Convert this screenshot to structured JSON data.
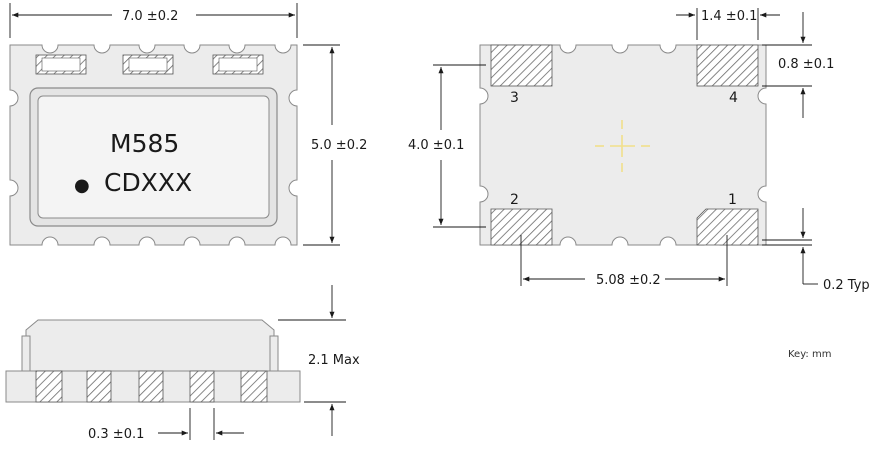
{
  "top_view": {
    "width_dim": "7.0 ±0.2",
    "height_dim": "5.0 ±0.2",
    "marking_line1": "M585",
    "marking_line2": "CDXXX",
    "pin1_dot": "●"
  },
  "pad_view": {
    "pad_width_dim": "1.4 ±0.1",
    "pad_height_dim": "0.8 ±0.1",
    "pad_pitch_vertical_dim": "4.0 ±0.1",
    "pad_pitch_horizontal_dim": "5.08 ±0.2",
    "pad_standoff_dim": "0.2 Typ",
    "pin_labels": {
      "p1": "1",
      "p2": "2",
      "p3": "3",
      "p4": "4"
    },
    "center_mark_color": "#f2e08a"
  },
  "side_view": {
    "height_dim": "2.1 Max",
    "pad_gap_dim": "0.3 ±0.1"
  },
  "key": "Key: mm"
}
